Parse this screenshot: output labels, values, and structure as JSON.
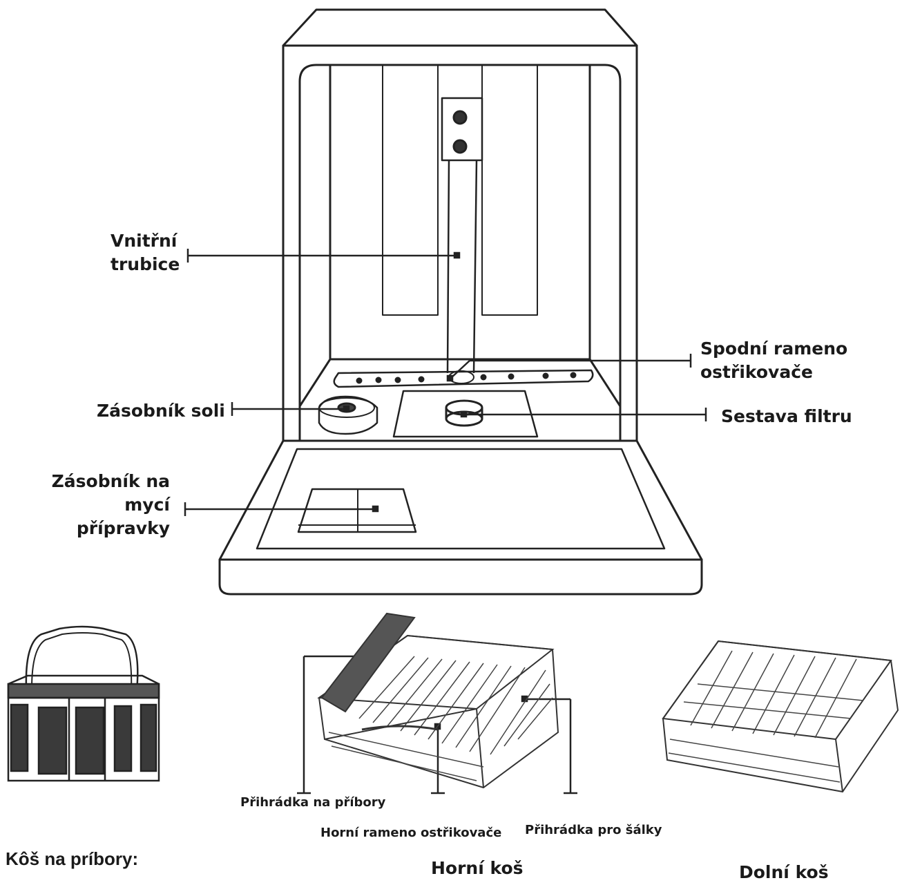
{
  "labels": {
    "inner_tube": [
      "Vnitřní",
      "trubice"
    ],
    "lower_spray_arm": [
      "Spodní rameno",
      "ostřikovače"
    ],
    "salt_container": "Zásobník soli",
    "filter_assembly": "Sestava filtru",
    "detergent_dispenser": [
      "Zásobník na",
      "mycí",
      "přípravky"
    ],
    "cutlery_tray": "Přihrádka na příbory",
    "upper_spray_arm": "Horní rameno ostřikovače",
    "cup_shelf": "Přihrádka pro šálky",
    "cutlery_basket": "Kôš na príbory:",
    "upper_basket": "Horní koš",
    "lower_basket": "Dolní koš"
  }
}
